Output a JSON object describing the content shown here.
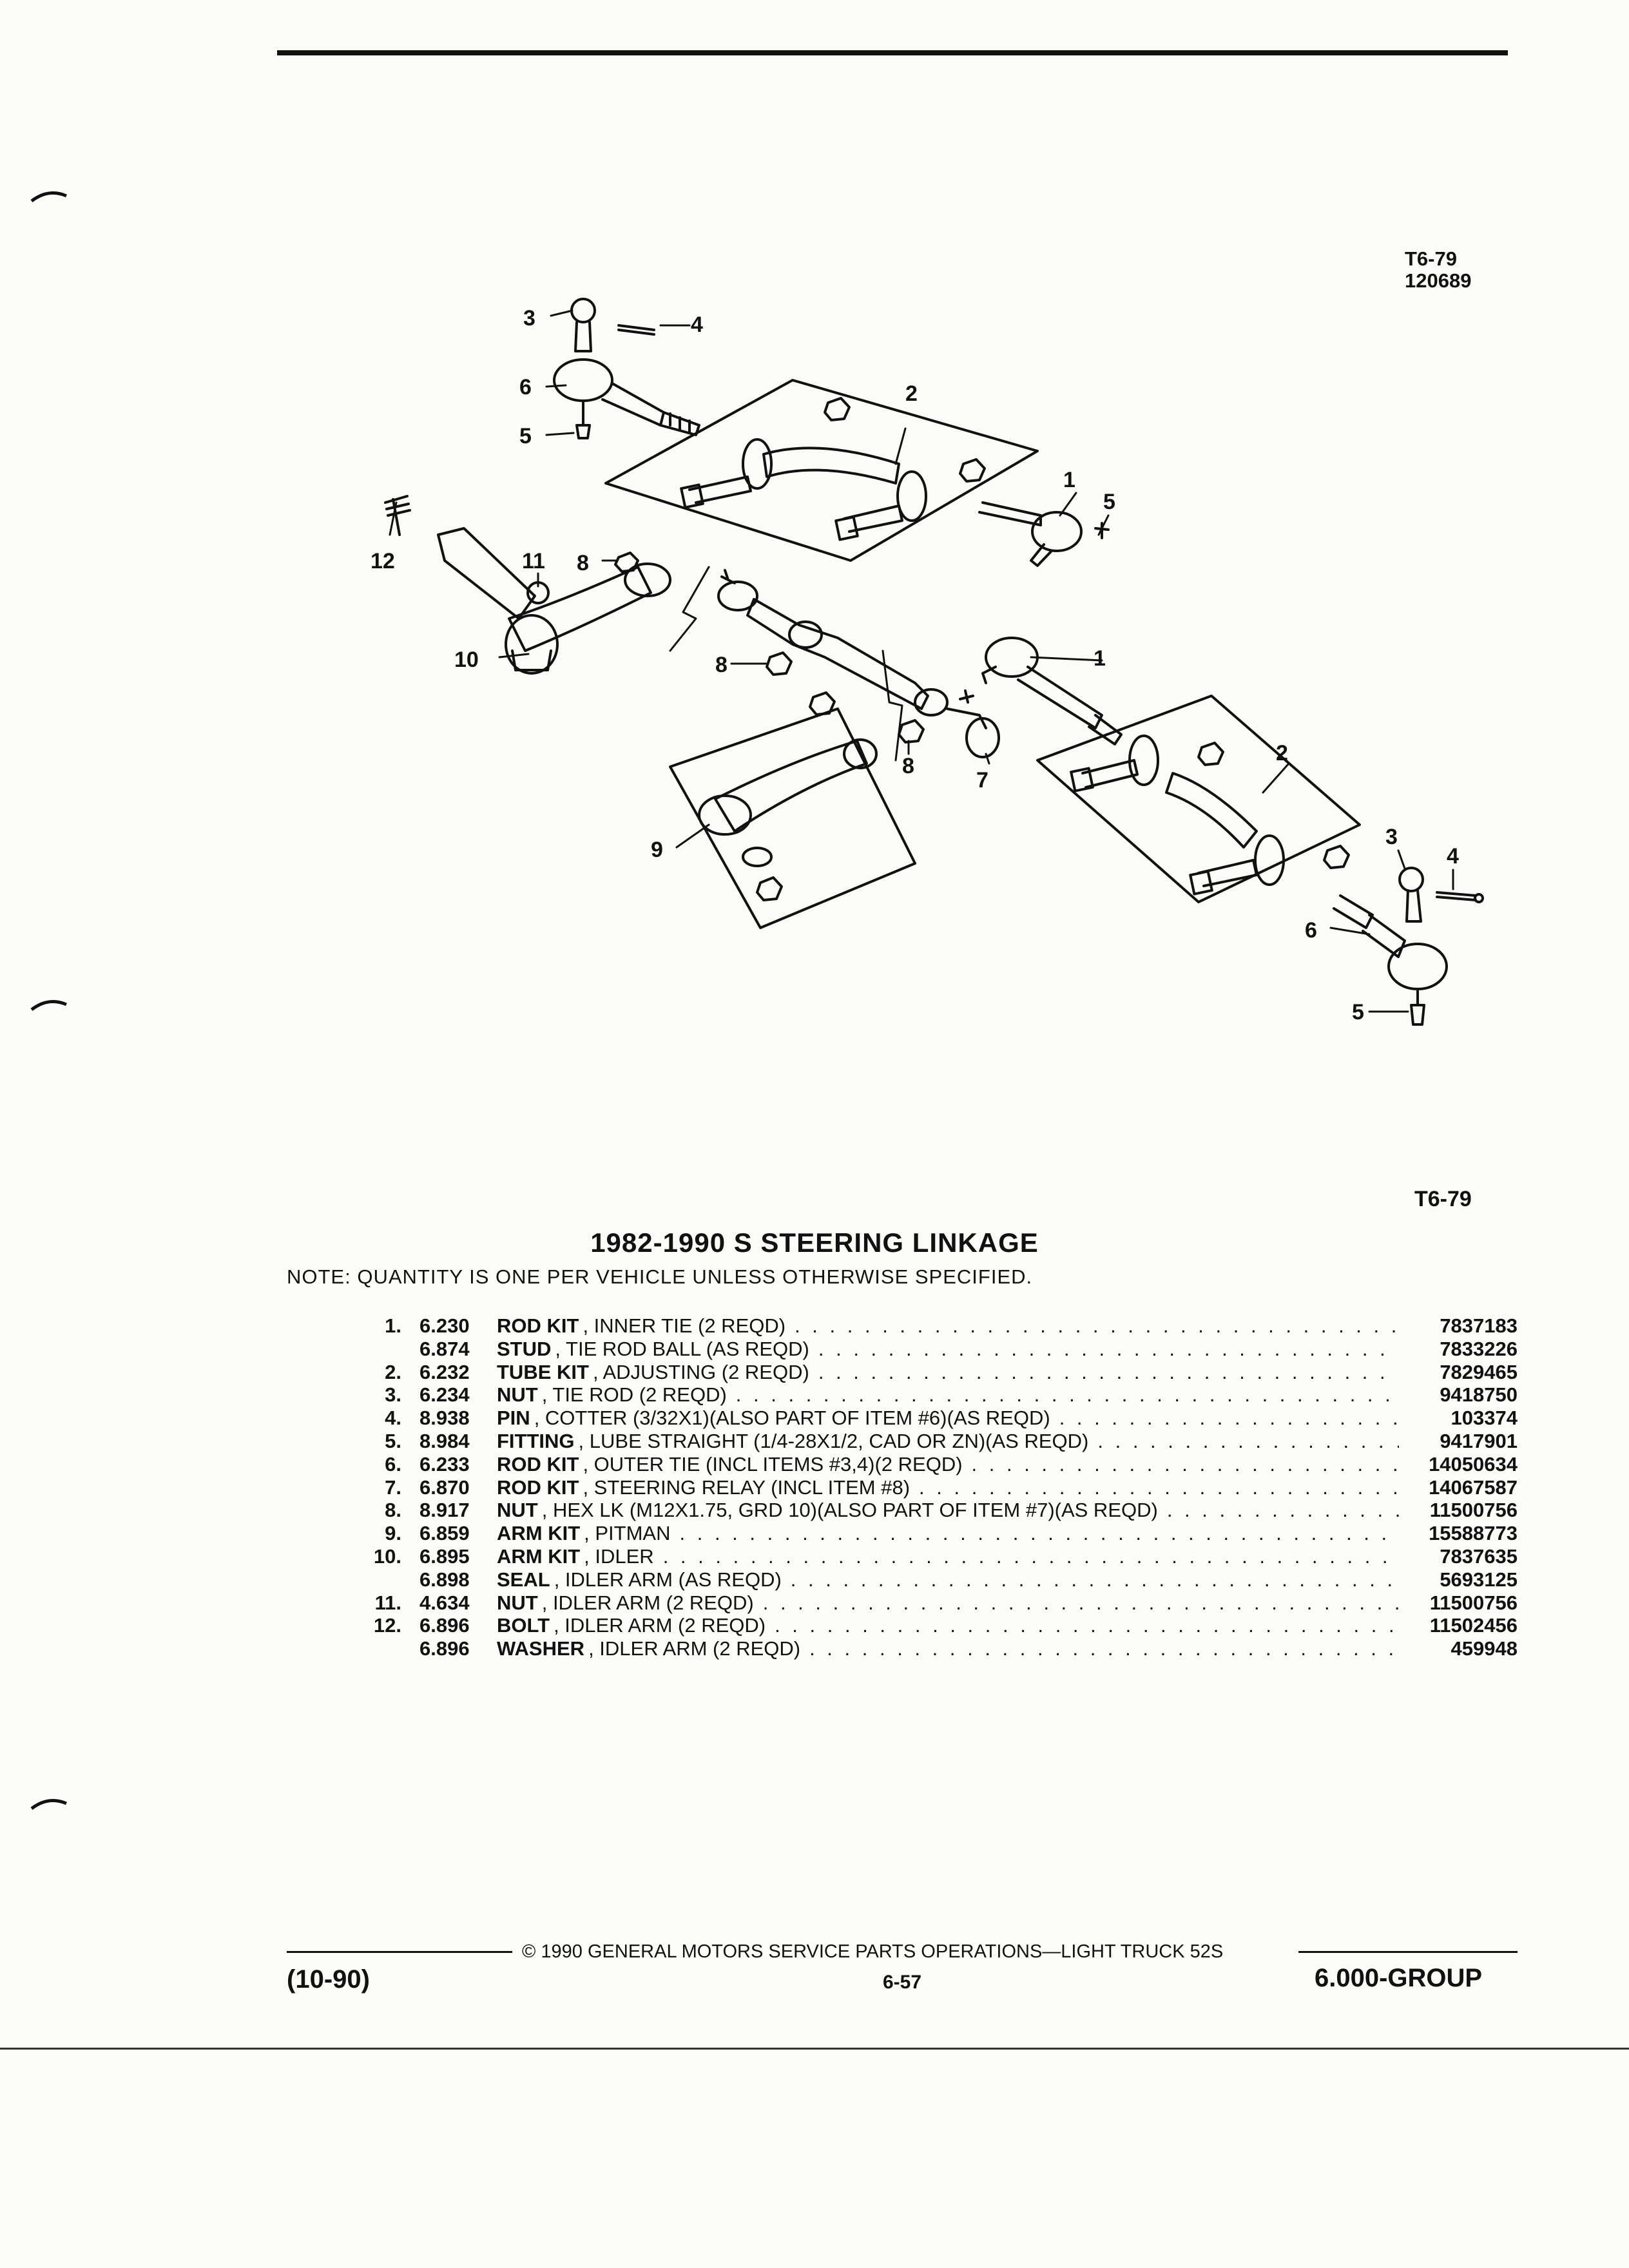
{
  "header": {
    "ref_code": "T6-79",
    "ref_number": "120689"
  },
  "diagram": {
    "footer_ref": "T6-79",
    "callouts": [
      "1",
      "2",
      "3",
      "4",
      "5",
      "6",
      "7",
      "8",
      "9",
      "10",
      "11",
      "12"
    ]
  },
  "title": "1982-1990 S STEERING LINKAGE",
  "note": "NOTE:  QUANTITY IS ONE PER VEHICLE UNLESS OTHERWISE SPECIFIED.",
  "parts": [
    {
      "item": "1.",
      "code": "6.230",
      "name": "ROD KIT",
      "desc": ", INNER TIE (2 REQD)",
      "part": "7837183"
    },
    {
      "item": "",
      "code": "6.874",
      "name": "STUD",
      "desc": ", TIE ROD BALL (AS REQD)",
      "part": "7833226"
    },
    {
      "item": "2.",
      "code": "6.232",
      "name": "TUBE KIT",
      "desc": ", ADJUSTING (2 REQD)",
      "part": "7829465"
    },
    {
      "item": "3.",
      "code": "6.234",
      "name": "NUT",
      "desc": ", TIE ROD (2 REQD)",
      "part": "9418750"
    },
    {
      "item": "4.",
      "code": "8.938",
      "name": "PIN",
      "desc": ", COTTER (3/32X1)(ALSO PART OF ITEM #6)(AS REQD)",
      "part": "103374"
    },
    {
      "item": "5.",
      "code": "8.984",
      "name": "FITTING",
      "desc": ", LUBE STRAIGHT (1/4-28X1/2, CAD OR ZN)(AS REQD)",
      "part": "9417901"
    },
    {
      "item": "6.",
      "code": "6.233",
      "name": "ROD KIT",
      "desc": ", OUTER TIE (INCL ITEMS #3,4)(2 REQD)",
      "part": "14050634"
    },
    {
      "item": "7.",
      "code": "6.870",
      "name": "ROD KIT",
      "desc": ", STEERING RELAY (INCL ITEM #8)",
      "part": "14067587"
    },
    {
      "item": "8.",
      "code": "8.917",
      "name": "NUT",
      "desc": ", HEX LK (M12X1.75, GRD 10)(ALSO PART OF ITEM #7)(AS REQD)",
      "part": "11500756"
    },
    {
      "item": "9.",
      "code": "6.859",
      "name": "ARM KIT",
      "desc": ", PITMAN",
      "part": "15588773"
    },
    {
      "item": "10.",
      "code": "6.895",
      "name": "ARM KIT",
      "desc": ", IDLER",
      "part": "7837635"
    },
    {
      "item": "",
      "code": "6.898",
      "name": "SEAL",
      "desc": ", IDLER ARM (AS REQD)",
      "part": "5693125"
    },
    {
      "item": "11.",
      "code": "4.634",
      "name": "NUT",
      "desc": ", IDLER ARM (2 REQD)",
      "part": "11500756"
    },
    {
      "item": "12.",
      "code": "6.896",
      "name": "BOLT",
      "desc": ", IDLER ARM (2 REQD)",
      "part": "11502456"
    },
    {
      "item": "",
      "code": "6.896",
      "name": "WASHER",
      "desc": ", IDLER ARM (2 REQD)",
      "part": "459948"
    }
  ],
  "footer": {
    "copyright": "©  1990  GENERAL MOTORS SERVICE PARTS OPERATIONS—LIGHT TRUCK 52S",
    "date_code": "(10-90)",
    "page_number": "6-57",
    "group": "6.000-GROUP"
  }
}
